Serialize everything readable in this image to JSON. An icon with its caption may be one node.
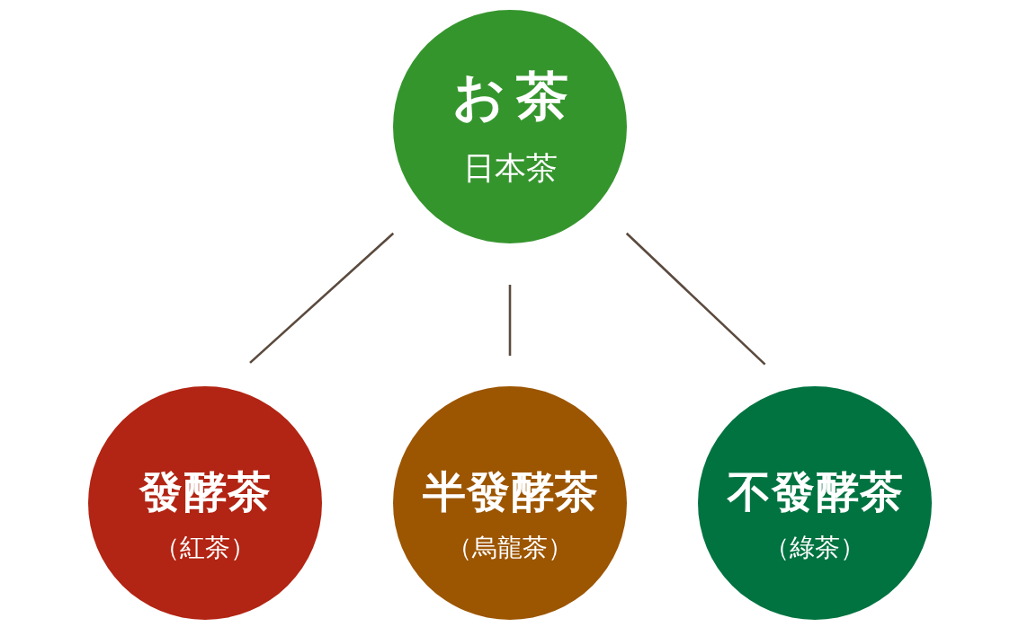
{
  "diagram": {
    "nodes": [
      {
        "text": [
          "お茶",
          "日本茶"
        ]
      },
      {
        "text": [
          "發酵茶",
          "（紅茶）"
        ]
      },
      {
        "text": [
          "半發酵茶",
          "（烏龍茶）"
        ]
      },
      {
        "text": [
          "不發酵茶",
          "（綠茶）"
        ]
      }
    ],
    "edges": [
      {
        "from": 0,
        "to": 1,
        "arrow": "none"
      },
      {
        "from": 0,
        "to": 2,
        "arrow": "none"
      },
      {
        "from": 0,
        "to": 3,
        "arrow": "none"
      }
    ]
  }
}
